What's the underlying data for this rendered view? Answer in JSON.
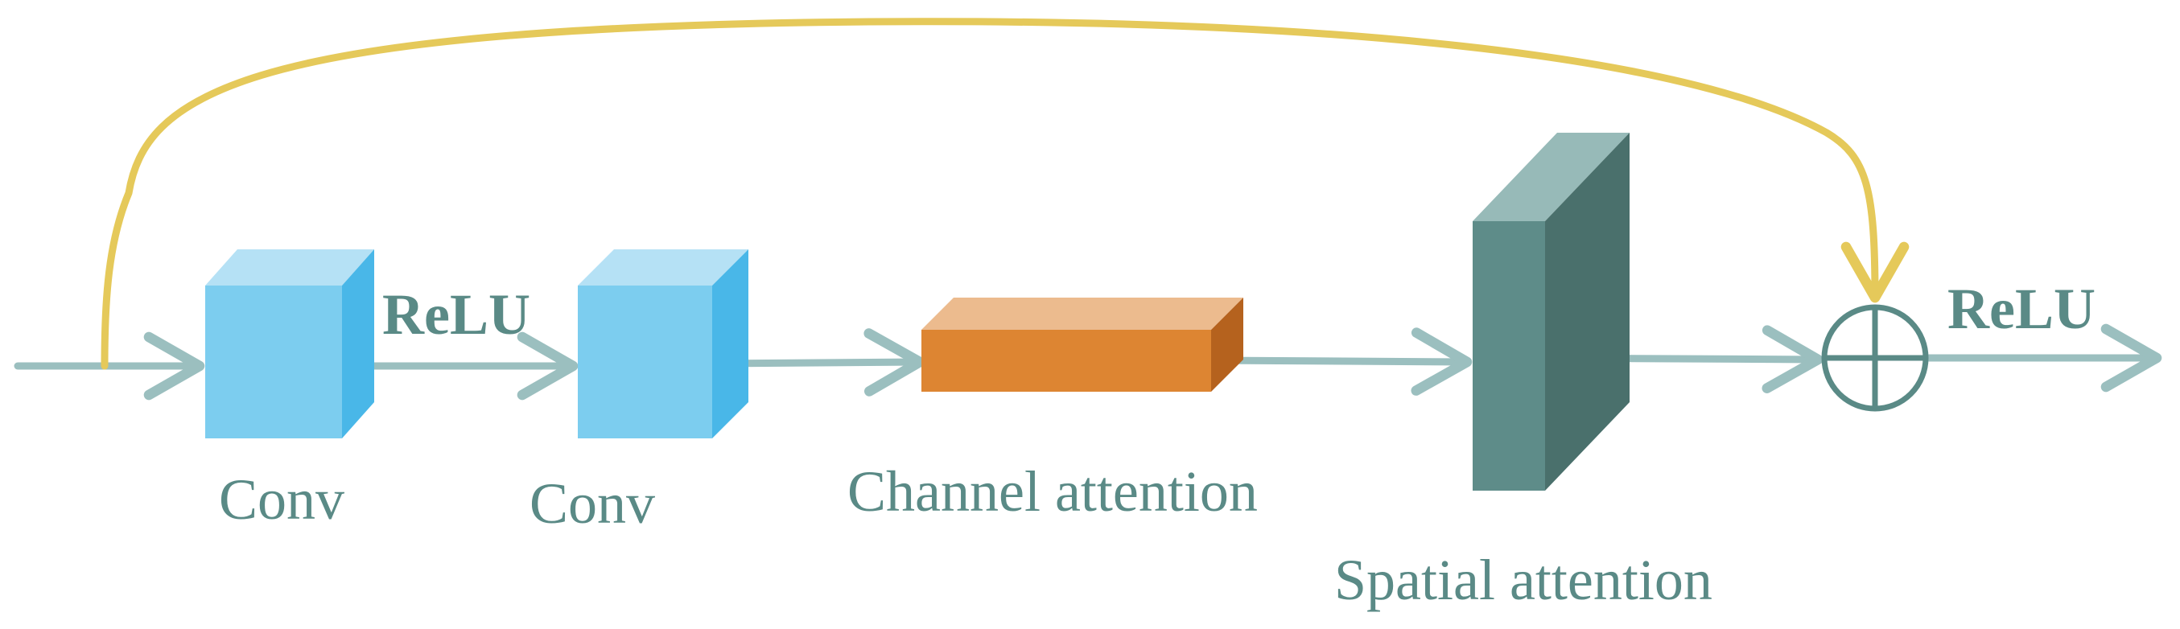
{
  "blocks": {
    "conv1": {
      "label": "Conv"
    },
    "relu1": {
      "label": "ReLU"
    },
    "conv2": {
      "label": "Conv"
    },
    "channel_attention": {
      "label": "Channel attention"
    },
    "spatial_attention": {
      "label": "Spatial attention"
    },
    "relu2": {
      "label": "ReLU"
    }
  },
  "colors": {
    "arrow": "#9bbfbf",
    "skip": "#e5c95a",
    "conv_front": "#7ccdef",
    "conv_top": "#b5e1f5",
    "conv_side": "#49b7e8",
    "channel_front": "#dd8532",
    "channel_top": "#ecbb8e",
    "channel_side": "#b5621e",
    "spatial_front": "#5e8c89",
    "spatial_top": "#97bab8",
    "spatial_side": "#4a706c",
    "add_node": "#5a8a86",
    "text": "#5a8a86"
  }
}
